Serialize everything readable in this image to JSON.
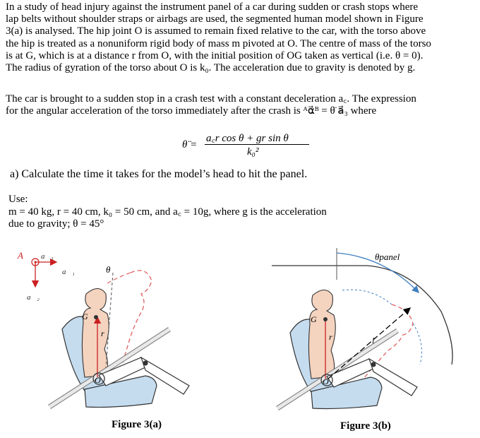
{
  "problem": {
    "intro_lines": [
      "In a study of head injury against the instrument panel of a car during sudden or crash stops where",
      "lap belts without shoulder straps or airbags are used, the segmented human model shown in Figure",
      "3(a) is analysed. The hip joint O is assumed to remain fixed relative to the car, with the torso above",
      "the hip is treated as a nonuniform rigid body of mass m pivoted at O. The centre of mass of the torso",
      "is at G, which is at a distance r from O, with the initial position of OG taken as vertical (i.e. θ = 0).",
      "The radius of gyration of the torso about O is k₀. The acceleration due to gravity is denoted by g."
    ],
    "crash_lines": [
      "The car is brought to a sudden stop in a crash test with a constant deceleration a꜀. The expression",
      "for the angular acceleration of the torso immediately after the crash is ᴬα⃗ᴮ = θ̈ a⃗₃ where"
    ],
    "formula": {
      "lhs": "θ̈ =",
      "numerator": "a꜀r cos θ + gr sin θ",
      "denominator": "k₀²"
    },
    "question_a": "a)  Calculate the  time it takes for the model’s head to hit the panel.",
    "use": {
      "heading": "Use:",
      "line1": "m = 40 kg, r = 40 cm, k₀ = 50 cm, and a꜀ = 10g, where g is the acceleration",
      "line2": "due to gravity;  θ = 45°"
    }
  },
  "figure_a": {
    "caption": "Figure 3(a)",
    "labels": {
      "A": "A",
      "a1": "a⃗₁",
      "a2": "a⃗₂",
      "a3": "a⃗₃",
      "theta": "θ",
      "G": "G",
      "r": "r",
      "O": "O"
    }
  },
  "figure_b": {
    "caption": "Figure 3(b)",
    "labels": {
      "theta_panel": "θpanel",
      "G": "G",
      "r": "r",
      "l": "l",
      "O": "O"
    }
  },
  "colors": {
    "seat": "#c5dcef",
    "torso": "#f4d3bf",
    "dashed_outline": "#e06060",
    "arrow_blue": "#3f7fbf",
    "vertical_line": "#cc2020"
  }
}
